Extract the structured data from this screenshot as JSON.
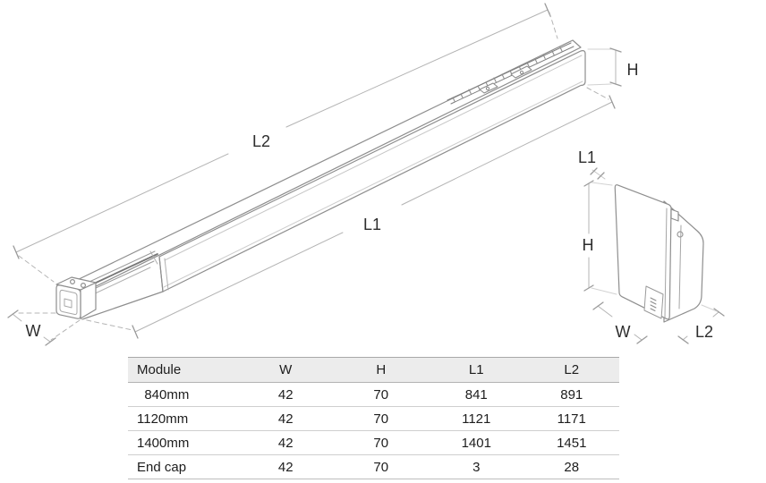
{
  "diagram": {
    "main": {
      "l2": "L2",
      "l1": "L1",
      "h": "H",
      "w": "W"
    },
    "end_cap": {
      "l1": "L1",
      "h": "H",
      "w": "W",
      "l2": "L2"
    },
    "colors": {
      "line": "#8e8e8e",
      "dim_line": "#b4b4b4",
      "label": "#2d2d2d"
    }
  },
  "table": {
    "headers": [
      "Module",
      "W",
      "H",
      "L1",
      "L2"
    ],
    "rows": [
      {
        "module": "  840mm",
        "w": "42",
        "h": "70",
        "l1": "841",
        "l2": "891"
      },
      {
        "module": "1120mm",
        "w": "42",
        "h": "70",
        "l1": "1121",
        "l2": "1171"
      },
      {
        "module": "1400mm",
        "w": "42",
        "h": "70",
        "l1": "1401",
        "l2": "1451"
      },
      {
        "module": "End cap",
        "w": "42",
        "h": "70",
        "l1": "3",
        "l2": "28"
      }
    ]
  }
}
